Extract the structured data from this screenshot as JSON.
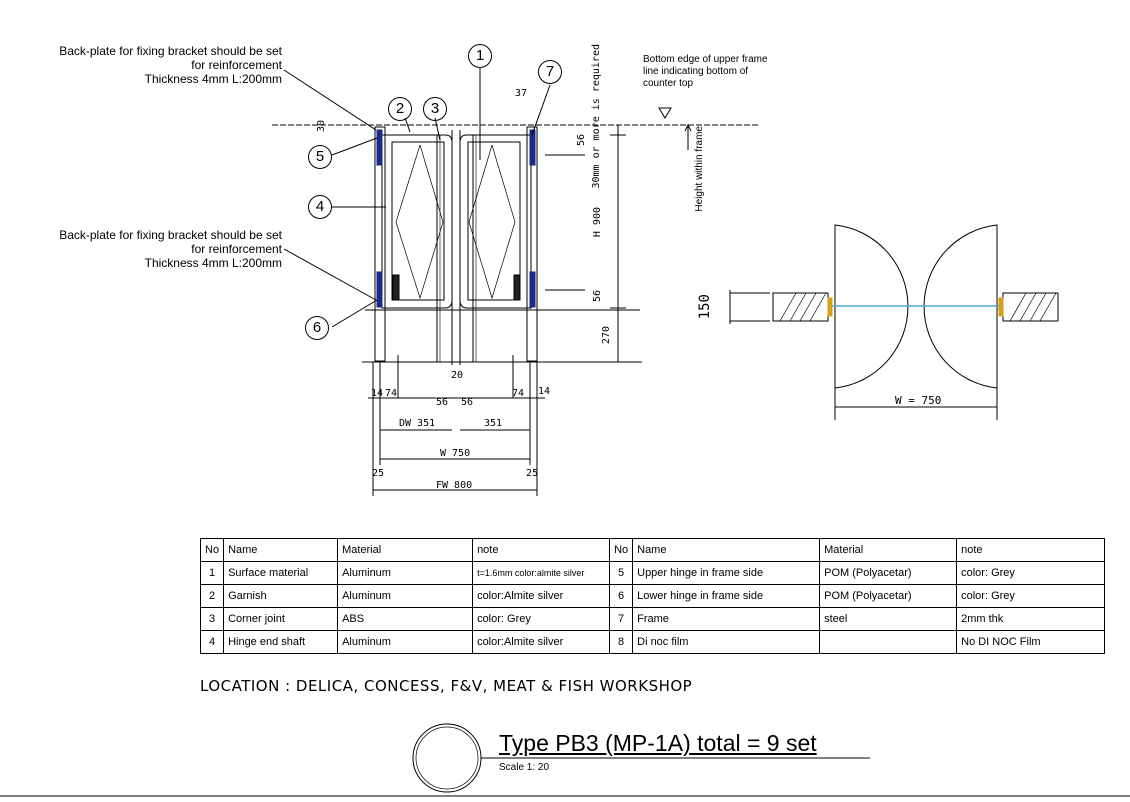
{
  "notes": {
    "backplate_upper": [
      "Back-plate for fixing bracket should be set",
      "for reinforcement",
      "Thickness 4mm   L:200mm"
    ],
    "backplate_lower": [
      "Back-plate for fixing bracket should be set",
      "for reinforcement",
      "Thickness 4mm   L:200mm"
    ],
    "bottom_edge": [
      "Bottom edge of upper frame",
      "line indicating bottom of",
      "counter top"
    ],
    "height_within_frame": "Height within frame",
    "required": "30mm or more is required"
  },
  "callouts": [
    "1",
    "2",
    "3",
    "4",
    "5",
    "6",
    "7"
  ],
  "dimensions": {
    "top_37": "37",
    "left_30": "30",
    "right_56_top": "56",
    "h900": "H 900",
    "right_56_bottom": "56",
    "d270": "270",
    "gap_20": "20",
    "d14_left": "14",
    "d74_left": "74",
    "d56_left": "56",
    "d56_right": "56",
    "d74_right": "74",
    "d14_right": "14",
    "dw351": "DW 351",
    "d351": "351",
    "w750": "W 750",
    "d25_left": "25",
    "d25_right": "25",
    "fw800": "FW 800",
    "plan_150": "150",
    "plan_w750": "W = 750"
  },
  "table": {
    "headers": [
      "No",
      "Name",
      "Material",
      "note",
      "No",
      "Name",
      "Material",
      "note"
    ],
    "rows": [
      [
        "1",
        "Surface material",
        "Aluminum",
        "t=1.6mm color:almite silver",
        "5",
        "Upper hinge in  frame side",
        "POM (Polyacetar)",
        "color: Grey"
      ],
      [
        "2",
        "Garnish",
        "Aluminum",
        "color:Almite silver",
        "6",
        "Lower hinge in  frame side",
        "POM (Polyacetar)",
        "color: Grey"
      ],
      [
        "3",
        "Corner joint",
        "ABS",
        "color: Grey",
        "7",
        "Frame",
        "steel",
        "2mm thk"
      ],
      [
        "4",
        "Hinge end shaft",
        "Aluminum",
        "color:Almite silver",
        "8",
        "Di noc film",
        "",
        "No DI NOC Film"
      ]
    ]
  },
  "location": "LOCATION : DELICA, CONCESS, F&V, MEAT & FISH WORKSHOP",
  "title": {
    "main": "Type PB3 (MP-1A) total = 9 set",
    "scale": "Scale 1: 20"
  }
}
